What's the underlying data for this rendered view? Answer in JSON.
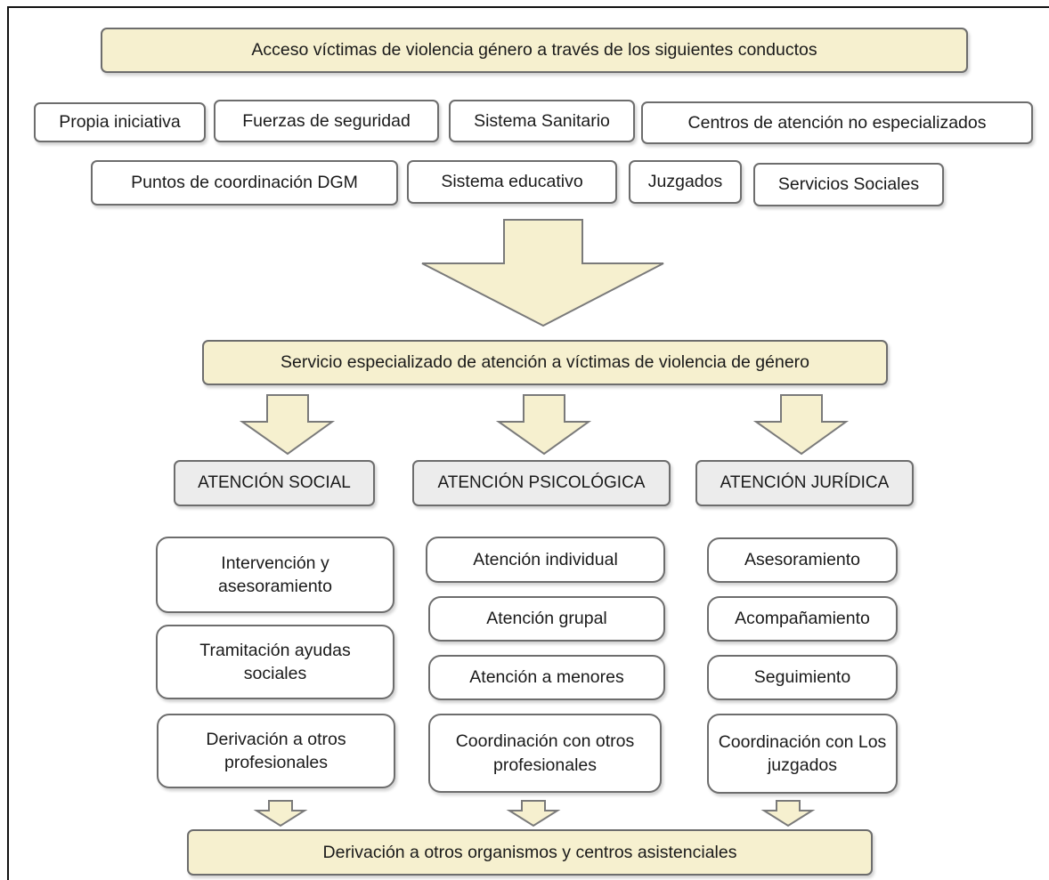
{
  "title": "Acceso víctimas de violencia género a través de los siguientes conductos",
  "access_row1": [
    "Propia iniciativa",
    "Fuerzas de seguridad",
    "Sistema Sanitario",
    "Centros de atención no especializados"
  ],
  "access_row2": [
    "Puntos de coordinación DGM",
    "Sistema educativo",
    "Juzgados",
    "Servicios Sociales"
  ],
  "service": "Servicio especializado de atención a víctimas de violencia de género",
  "columns": [
    {
      "header": "ATENCIÓN SOCIAL",
      "items": [
        "Intervención y asesoramiento",
        "Tramitación ayudas sociales",
        "Derivación a otros profesionales"
      ]
    },
    {
      "header": "ATENCIÓN PSICOLÓGICA",
      "items": [
        "Atención individual",
        "Atención grupal",
        "Atención a menores",
        "Coordinación con otros profesionales"
      ]
    },
    {
      "header": "ATENCIÓN JURÍDICA",
      "items": [
        "Asesoramiento",
        "Acompañamiento",
        "Seguimiento",
        "Coordinación con Los juzgados"
      ]
    }
  ],
  "footer": "Derivación a otros organismos y centros asistenciales",
  "colors": {
    "cream": "#f6f0cf",
    "grey": "#ececec",
    "border": "#6d6d6d"
  }
}
